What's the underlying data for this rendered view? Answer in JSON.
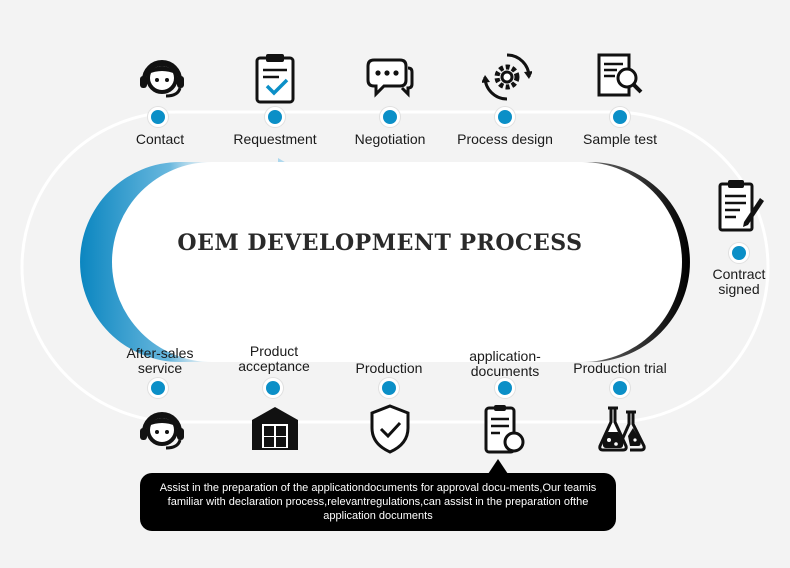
{
  "title": "OEM DEVELOPMENT PROCESS",
  "colors": {
    "accent": "#0b8fc7",
    "dark": "#111111",
    "background": "#f3f3f3"
  },
  "steps_top": [
    {
      "label": "Contact",
      "icon": "customer-service-icon"
    },
    {
      "label": "Requestment",
      "icon": "clipboard-check-icon"
    },
    {
      "label": "Negotiation",
      "icon": "chat-bubbles-icon"
    },
    {
      "label": "Process design",
      "icon": "gear-cycle-icon"
    },
    {
      "label": "Sample test",
      "icon": "document-search-icon"
    }
  ],
  "step_right": {
    "label_line1": "Contract",
    "label_line2": "signed",
    "icon": "contract-pen-icon"
  },
  "steps_bottom": [
    {
      "label_line1": "After-sales",
      "label_line2": "service",
      "icon": "customer-service-icon"
    },
    {
      "label_line1": "Product",
      "label_line2": "acceptance",
      "icon": "warehouse-icon"
    },
    {
      "label_line1": "Production",
      "label_line2": "",
      "icon": "shield-check-icon"
    },
    {
      "label_line1": "application-",
      "label_line2": "documents",
      "icon": "document-stamp-icon"
    },
    {
      "label_line1": "Production trial",
      "label_line2": "",
      "icon": "flasks-icon"
    }
  ],
  "callout": {
    "text": "Assist in the preparation of the applicationdocuments for approval docu-ments,Our teamis familiar with declaration process,relevantregulations,can assist in the preparation ofthe application documents"
  }
}
